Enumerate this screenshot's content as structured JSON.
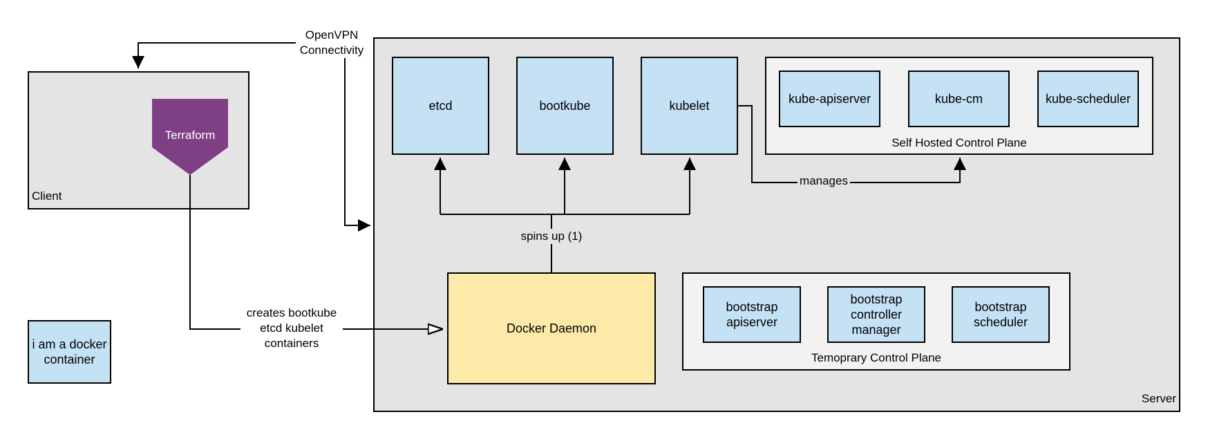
{
  "client": {
    "label": "Client"
  },
  "terraform": {
    "label": "Terraform",
    "color": "#7e3f85"
  },
  "server": {
    "label": "Server"
  },
  "nodes": {
    "etcd": "etcd",
    "bootkube": "bootkube",
    "kubelet": "kubelet",
    "docker_daemon": "Docker Daemon",
    "docker_container_legend": "i am a docker container"
  },
  "self_hosted_plane": {
    "label": "Self Hosted Control Plane",
    "items": [
      "kube-apiserver",
      "kube-cm",
      "kube-scheduler"
    ]
  },
  "temporary_plane": {
    "label": "Temoprary Control Plane",
    "items": [
      "bootstrap apiserver",
      "bootstrap controller manager",
      "bootstrap scheduler"
    ]
  },
  "edges": {
    "openvpn": "OpenVPN Connectivity",
    "creates": "creates bootkube etcd kubelet containers",
    "spins_up": "spins up (1)",
    "manages": "manages"
  },
  "colors": {
    "component_fill": "#c4e2f4",
    "docker_fill": "#fde9a8",
    "container_fill": "#e4e4e4",
    "plane_fill": "#f2f2f2"
  }
}
